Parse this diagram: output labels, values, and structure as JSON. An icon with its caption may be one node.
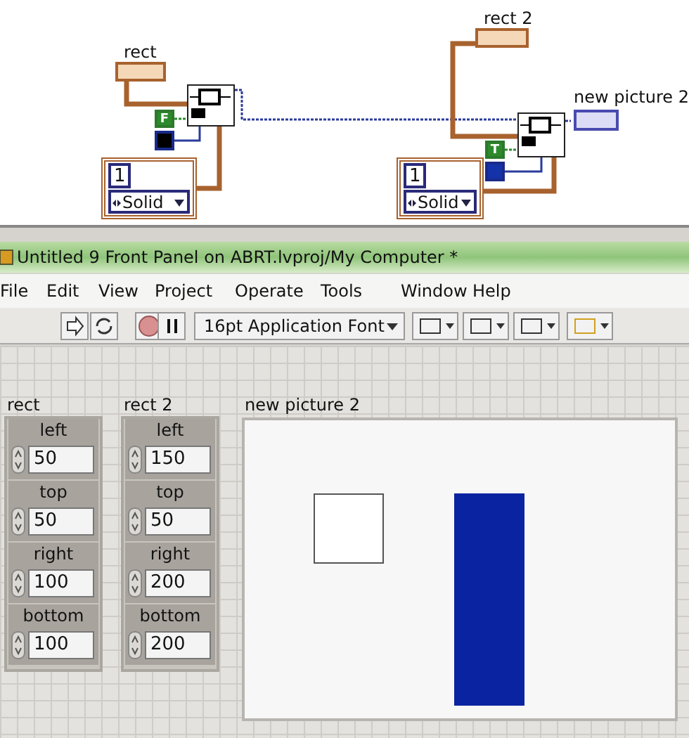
{
  "diagram": {
    "nodes": [
      {
        "text": [
          "rect"
        ]
      },
      {
        "text": [],
        "shape": "picture"
      },
      {
        "text": [
          "F"
        ]
      },
      {
        "text": [],
        "shape": "box"
      },
      {
        "text": [
          "1",
          "Solid"
        ]
      },
      {
        "text": [
          "rect 2"
        ]
      },
      {
        "text": [],
        "shape": "picture"
      },
      {
        "text": [
          "T"
        ]
      },
      {
        "text": [],
        "shape": "box"
      },
      {
        "text": [
          "1",
          "Solid"
        ]
      },
      {
        "text": [
          "new picture 2"
        ]
      },
      {
        "text": [
          "rect"
        ]
      },
      {
        "text": [
          "left",
          "50"
        ],
        "in": 11
      },
      {
        "text": [
          "top",
          "50"
        ],
        "in": 11
      },
      {
        "text": [
          "right",
          "100"
        ],
        "in": 11
      },
      {
        "text": [
          "bottom",
          "100"
        ],
        "in": 11
      },
      {
        "text": [
          "rect 2"
        ]
      },
      {
        "text": [
          "left",
          "150"
        ],
        "in": 16
      },
      {
        "text": [
          "top",
          "50"
        ],
        "in": 16
      },
      {
        "text": [
          "right",
          "200"
        ],
        "in": 16
      },
      {
        "text": [
          "bottom",
          "200"
        ],
        "in": 16
      },
      {
        "text": [
          "new picture 2"
        ]
      }
    ],
    "edges": [
      {
        "from": 0,
        "to": 1,
        "arrow": "none",
        "style": "thick",
        "color": "#a8622e"
      },
      {
        "from": 2,
        "to": 1,
        "arrow": "none",
        "style": "dashed",
        "color": "#2c8a2c"
      },
      {
        "from": 3,
        "to": 1,
        "arrow": "none",
        "color": "#2a3b9c"
      },
      {
        "from": 4,
        "to": 1,
        "arrow": "none",
        "style": "thick",
        "color": "#a8622e"
      },
      {
        "from": 1,
        "to": 6,
        "arrow": "none",
        "style": "dashed",
        "color": "#2a3b9c"
      },
      {
        "from": 5,
        "to": 6,
        "arrow": "none",
        "style": "thick",
        "color": "#a8622e"
      },
      {
        "from": 7,
        "to": 6,
        "arrow": "none",
        "style": "dashed",
        "color": "#2c8a2c"
      },
      {
        "from": 8,
        "to": 6,
        "arrow": "none",
        "color": "#2a3b9c"
      },
      {
        "from": 9,
        "to": 6,
        "arrow": "none",
        "style": "thick",
        "color": "#a8622e"
      },
      {
        "from": 6,
        "to": 10,
        "arrow": "none",
        "style": "dashed",
        "color": "#2a3b9c"
      }
    ],
    "labels": [
      "Untitled 9 Front Panel on ABRT.lvproj/My Computer *",
      "File",
      "Edit",
      "View",
      "Project",
      "Operate",
      "Tools",
      "Window",
      "Help",
      "16pt Application Font"
    ]
  }
}
